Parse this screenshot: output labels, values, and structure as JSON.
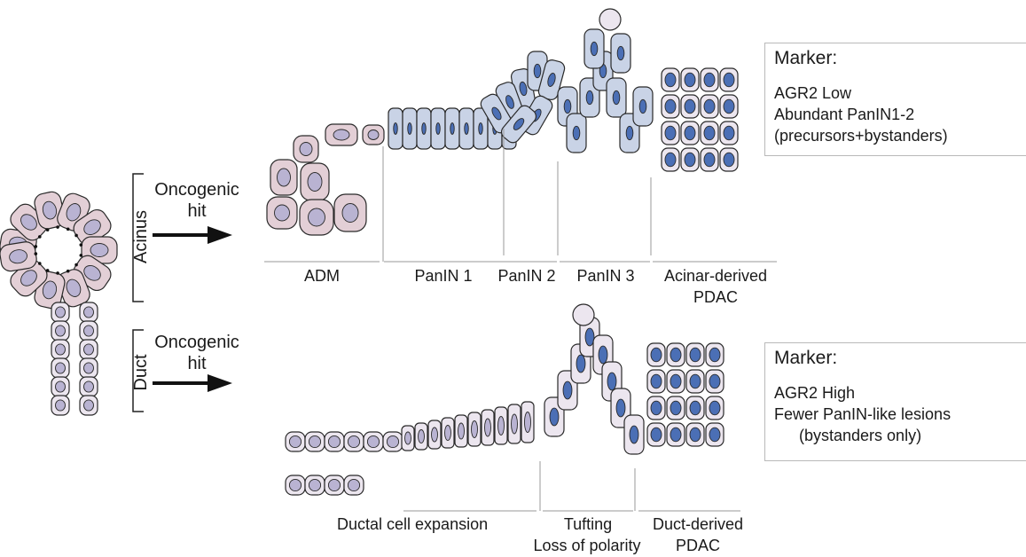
{
  "left_panel": {
    "oncogenic_hit_top": [
      "Oncogenic",
      "hit"
    ],
    "oncogenic_hit_bottom": [
      "Oncogenic",
      "hit"
    ],
    "acinus_label": "Acinus",
    "duct_label": "Duct"
  },
  "acinar_pathway": {
    "stages": [
      "ADM",
      "PanIN 1",
      "PanIN 2",
      "PanIN 3",
      "Acinar-derived",
      "PDAC"
    ]
  },
  "ductal_pathway": {
    "stages": [
      "Ductal cell expansion",
      "Tufting",
      "Loss of polarity",
      "Duct-derived",
      "PDAC"
    ]
  },
  "marker_top": {
    "title": "Marker:",
    "lines": [
      "AGR2 Low",
      "Abundant PanIN1-2",
      "(precursors+bystanders)"
    ]
  },
  "marker_bottom": {
    "title": "Marker:",
    "lines": [
      "AGR2 High",
      "Fewer PanIN-like lesions",
      "(bystanders only)"
    ]
  },
  "colors": {
    "acinar_cell": "#e3cfd6",
    "panin_cell": "#c9d3e6",
    "ductal_cell": "#ece6ef",
    "nucleus_pale": "#b9b3d2",
    "nucleus_dark": "#4b6fb5",
    "outline": "#2a2a2a"
  }
}
